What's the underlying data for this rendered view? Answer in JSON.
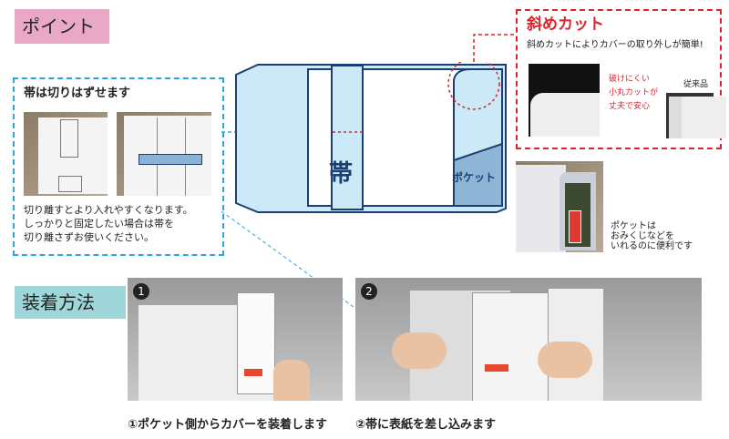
{
  "point_heading": "ポイント",
  "obi_panel": {
    "title": "帯は切りはずせます",
    "lines": [
      "切り離すとより入れやすくなります。",
      "しっかりと固定したい場合は帯を",
      "切り離さずお使いください。"
    ]
  },
  "diagram": {
    "obi_label": "帯",
    "pocket_label": "ポケット"
  },
  "cut_panel": {
    "title": "斜めカット",
    "subtitle": "斜めカットによりカバーの取り外しが簡単!",
    "feature_lines": [
      "破けにくい",
      "小丸カットが",
      "丈夫で安心"
    ],
    "conventional_label": "従来品"
  },
  "pocket_note": {
    "lines": [
      "ポケットは",
      "おみくじなどを",
      "いれるのに便利です"
    ]
  },
  "howto_heading": "装着方法",
  "steps": [
    {
      "number": "1",
      "caption": "①ポケット側からカバーを装着します"
    },
    {
      "number": "2",
      "caption": "②帯に表紙を差し込みます"
    }
  ],
  "colors": {
    "accent_red": "#e0222a",
    "accent_blue": "#2aa4e0",
    "diagram_fill": "#cce9f8",
    "diagram_stroke": "#1b3f73",
    "pocket_fill": "#8fb5d6"
  }
}
